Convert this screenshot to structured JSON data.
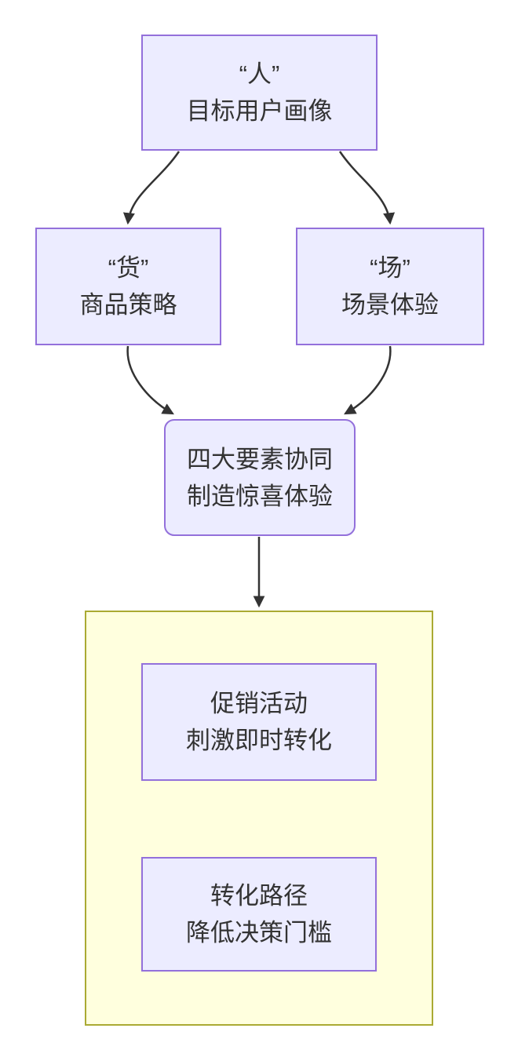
{
  "theme": {
    "background": "#ffffff",
    "node_fill": "#ececff",
    "node_border": "#9370db",
    "cluster_fill": "#ffffde",
    "cluster_border": "#aaaa33",
    "arrow_color": "#333333",
    "text_color": "#333333"
  },
  "nodes": {
    "person": {
      "line1": "“人”",
      "line2": "目标用户画像"
    },
    "goods": {
      "line1": "“货”",
      "line2": "商品策略"
    },
    "scene": {
      "line1": "“场”",
      "line2": "场景体验"
    },
    "synergy": {
      "line1": "四大要素协同",
      "line2": "制造惊喜体验"
    },
    "promotion": {
      "line1": "促销活动",
      "line2": "刺激即时转化"
    },
    "conversion": {
      "line1": "转化路径",
      "line2": "降低决策门槛"
    }
  },
  "edges": [
    {
      "from": "person",
      "to": "goods"
    },
    {
      "from": "person",
      "to": "scene"
    },
    {
      "from": "goods",
      "to": "synergy"
    },
    {
      "from": "scene",
      "to": "synergy"
    },
    {
      "from": "synergy",
      "to": "cluster"
    }
  ]
}
